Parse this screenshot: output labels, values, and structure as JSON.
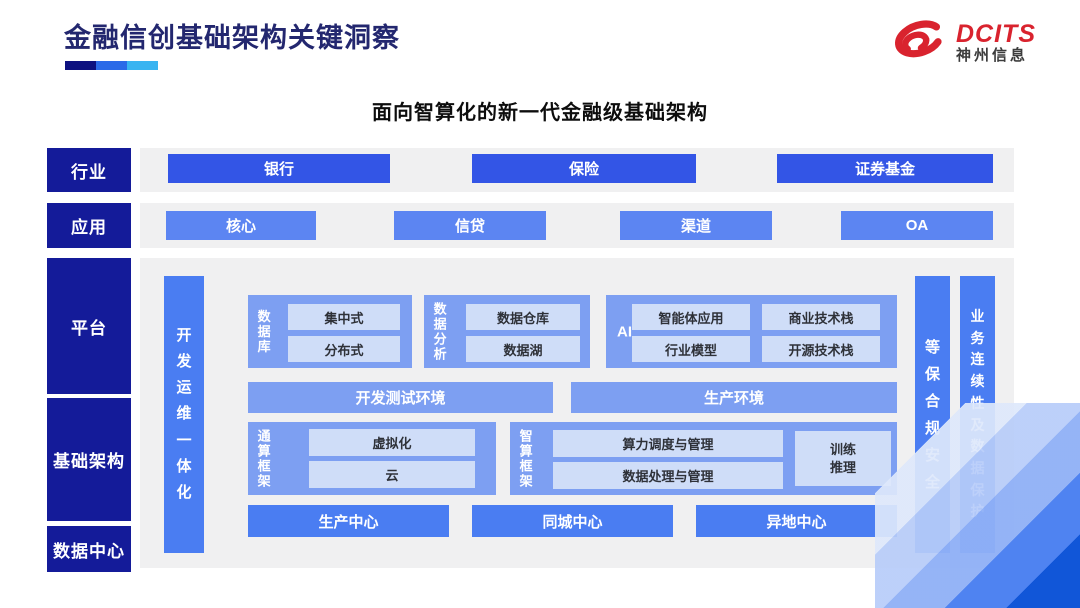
{
  "page": {
    "title": "金融信创基础架构关键洞察",
    "subtitle": "面向智算化的新一代金融级基础架构"
  },
  "logo": {
    "brand": "DCITS",
    "company": "神州信息"
  },
  "side_labels": {
    "industry": "行业",
    "application": "应用",
    "platform": "平台",
    "infrastructure": "基础架构",
    "datacenter": "数据中心"
  },
  "industry_row": {
    "items": [
      "银行",
      "保险",
      "证券基金"
    ]
  },
  "application_row": {
    "items": [
      "核心",
      "信贷",
      "渠道",
      "OA"
    ]
  },
  "diagram": {
    "devops_bar": "开发运维一体化",
    "database_group": {
      "label": "数据库",
      "items": [
        "集中式",
        "分布式"
      ]
    },
    "analytics_group": {
      "label": "数据分析",
      "items": [
        "数据仓库",
        "数据湖"
      ]
    },
    "ai_group": {
      "label": "AI",
      "items": [
        "智能体应用",
        "商业技术栈",
        "行业模型",
        "开源技术栈"
      ]
    },
    "environments": [
      "开发测试环境",
      "生产环境"
    ],
    "general_framework": {
      "label": "通算框架",
      "items": [
        "虚拟化",
        "云"
      ]
    },
    "intelligent_framework": {
      "label": "智算框架",
      "items": [
        "算力调度与管理",
        "数据处理与管理"
      ],
      "side_box": "训练推理"
    },
    "centers": [
      "生产中心",
      "同城中心",
      "异地中心"
    ],
    "security_bar": "等保合规安全",
    "continuity_bar": "业务连续性及数据保护"
  },
  "colors": {
    "navy": "#141b99",
    "royal_blue": "#3355e6",
    "light_blue": "#5c85f2",
    "bar_blue": "#4a7df2",
    "group_blue": "#7d9ff2",
    "chip_blue": "#cfddf8",
    "panel_gray": "#f0f0f1",
    "brand_red": "#d9232e",
    "title_navy": "#23276f",
    "corner_dark_blue": "#1156d8"
  }
}
